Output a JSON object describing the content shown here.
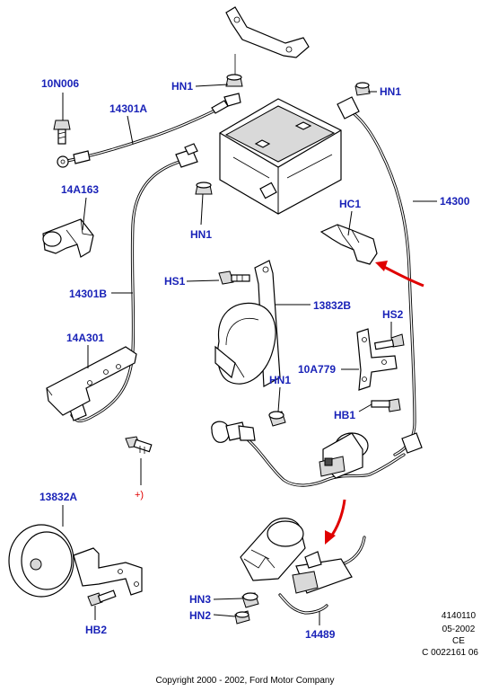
{
  "labels": {
    "n10N006": "10N006",
    "n14301A": "14301A",
    "hn1_top_left": "HN1",
    "hn1_top_right": "HN1",
    "hn1_mid": "HN1",
    "hn1_lower": "HN1",
    "n14A163": "14A163",
    "hc1": "HC1",
    "n14300": "14300",
    "n14301B": "14301B",
    "hs1": "HS1",
    "n13832B": "13832B",
    "hs2": "HS2",
    "n14A301": "14A301",
    "n10A779": "10A779",
    "hb1": "HB1",
    "n13832A": "13832A",
    "hn3": "HN3",
    "hn2": "HN2",
    "hb2": "HB2",
    "n14489": "14489"
  },
  "plus_note": "+)",
  "doc_info": {
    "ref": "4140110",
    "date": "05-2002",
    "ce": "CE",
    "code": "C 0022161 06"
  },
  "copyright": "Copyright 2000 - 2002, Ford Motor Company",
  "colors": {
    "label": "#1a23b8",
    "arrow": "#e00000"
  }
}
